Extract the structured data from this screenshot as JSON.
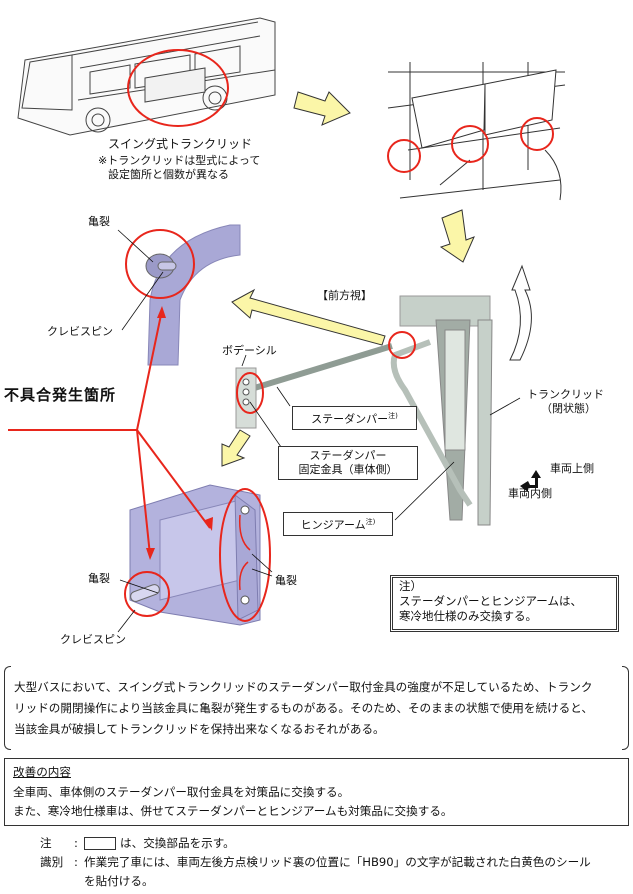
{
  "figure": {
    "bus_caption": "スイング式トランクリッド",
    "bus_note_line1": "※トランクリッドは型式によって",
    "bus_note_line2": "設定箇所と個数が異なる",
    "front_view_label": "【前方視】",
    "crack_label_top": "亀裂",
    "clevis_pin_label_top": "クレビスピン",
    "body_sill_label": "ボデーシル",
    "stay_damper_label": "ステーダンパー",
    "stay_damper_note": "注)",
    "stay_damper_bracket_line1": "ステーダンパー",
    "stay_damper_bracket_line2": "固定金具（車体側）",
    "hinge_arm_label": "ヒンジアーム",
    "hinge_arm_note": "注)",
    "trunk_lid_line1": "トランクリッド",
    "trunk_lid_line2": "（閉状態）",
    "vehicle_up": "車両上側",
    "vehicle_inner": "車両内側",
    "problem_location": "不具合発生箇所",
    "crack_label_bottom_left": "亀裂",
    "crack_label_bottom_right": "亀裂",
    "clevis_pin_label_bottom": "クレビスピン"
  },
  "note_box": {
    "title": "注）",
    "line1": "ステーダンパーとヒンジアームは、",
    "line2": "寒冷地仕様のみ交換する。"
  },
  "description": {
    "line1": "大型バスにおいて、スイング式トランクリッドのステーダンパー取付金具の強度が不足しているため、トランク",
    "line2": "リッドの開閉操作により当該金具に亀裂が発生するものがある。そのため、そのままの状態で使用を続けると、",
    "line3": "当該金具が破損してトランクリッドを保持出来なくなるおそれがある。"
  },
  "improvement": {
    "title": "改善の内容",
    "line1": "全車両、車体側のステーダンパー取付金具を対策品に交換する。",
    "line2": "また、寒冷地仕様車は、併せてステーダンパーとヒンジアームも対策品に交換する。"
  },
  "footer": {
    "note_key": "注",
    "note_text": "は、交換部品を示す。",
    "id_key": "識別",
    "id_line1": "作業完了車には、車両左後方点検リッド裏の位置に「HB90」の文字が記載された白黄色のシール",
    "id_line2": "を貼付ける。"
  },
  "colors": {
    "highlight_red": "#e8261c",
    "arrow_yellow": "#fbf6a8",
    "part_purple": "#a9a8d6",
    "part_gray": "#b9c4bd"
  }
}
